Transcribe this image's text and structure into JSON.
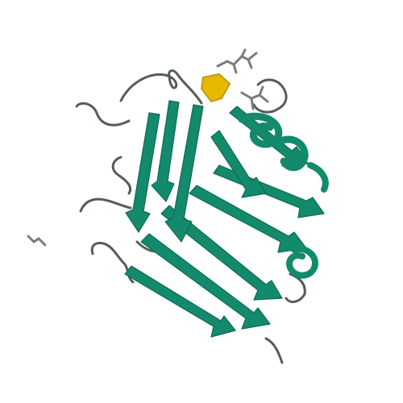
{
  "image": {
    "kind": "protein-ribbon-rendering",
    "background_color": "#ffffff",
    "colors": {
      "beta_strand": "#138a6c",
      "beta_strand_dark": "#0d6b53",
      "loop": "#555c5c",
      "ligand": "#7b7b7b",
      "ligand_dark": "#4a4a4a",
      "sugar_ring": "#e8b800",
      "sugar_ring_dark": "#c99a00"
    },
    "elements": [
      "beta-barrel",
      "loop-coils",
      "ligand-sticks",
      "sugar-ring",
      "free-ion-fragment"
    ]
  }
}
